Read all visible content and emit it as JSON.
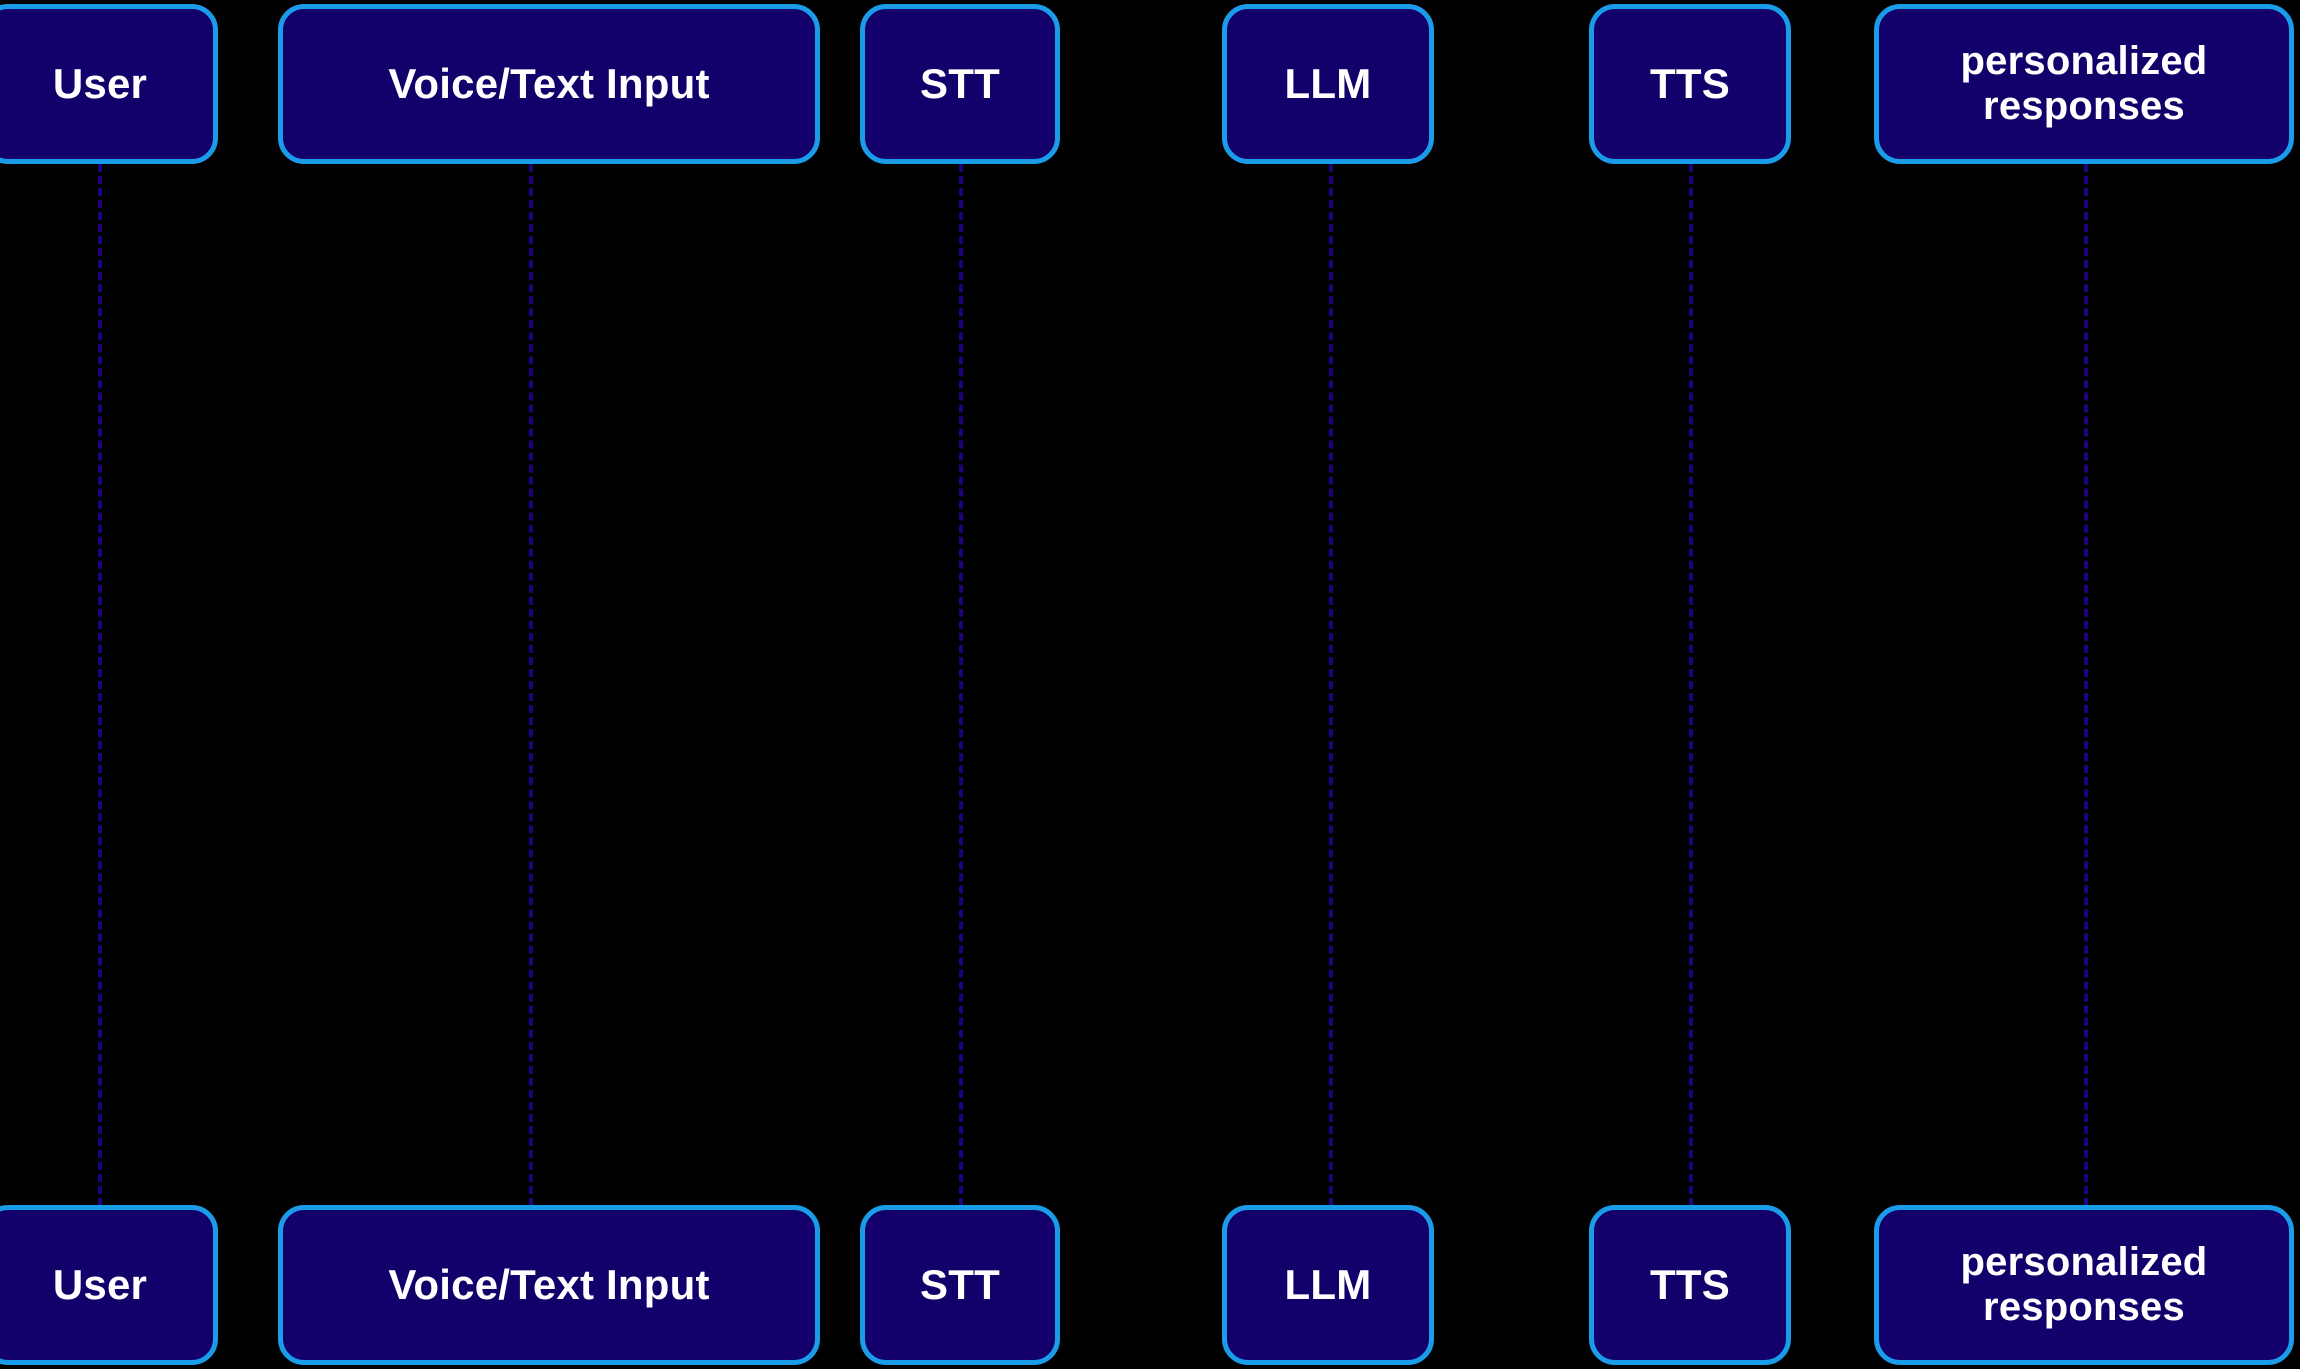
{
  "diagram": {
    "type": "sequence-diagram",
    "background_color": "#000000",
    "box_fill_color": "#14006b",
    "box_border_color": "#1a9ce8",
    "label_color": "#ffffff",
    "lifeline_color": "#1e0080",
    "participants": [
      {
        "id": "user",
        "label": "User"
      },
      {
        "id": "voice-text-input",
        "label": "Voice/Text Input"
      },
      {
        "id": "stt",
        "label": "STT"
      },
      {
        "id": "llm",
        "label": "LLM"
      },
      {
        "id": "tts",
        "label": "TTS"
      },
      {
        "id": "personalized-responses",
        "label": "personalized responses"
      }
    ],
    "messages": []
  }
}
